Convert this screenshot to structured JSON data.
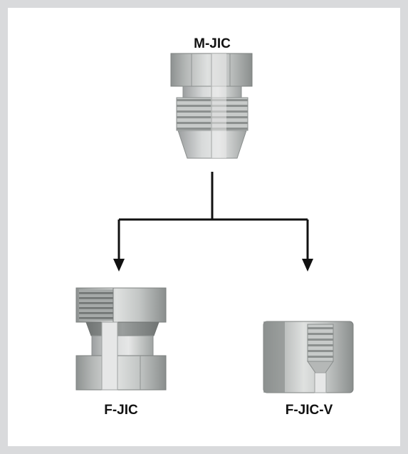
{
  "diagram": {
    "top_node": {
      "label": "M-JIC"
    },
    "children": [
      {
        "label": "F-JIC"
      },
      {
        "label": "F-JIC-V"
      }
    ]
  },
  "colors": {
    "page_border": "#d9dadc",
    "background": "#ffffff",
    "connector": "#111111",
    "metal_light": "#d4d6d5",
    "metal_mid": "#a9acab",
    "metal_dark": "#7c807f"
  }
}
